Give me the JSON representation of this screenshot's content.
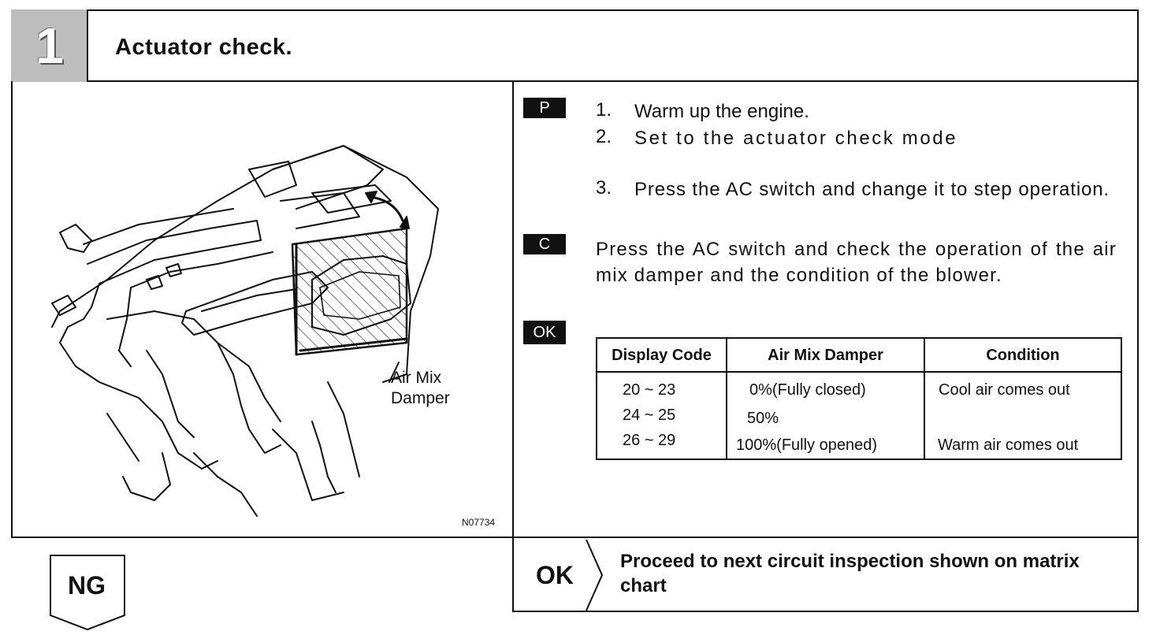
{
  "header": {
    "step_number": "1",
    "title": "Actuator check."
  },
  "figure": {
    "label_line1": "Air Mix",
    "label_line2": "Damper",
    "code": "N07734"
  },
  "badges": {
    "prep": "P",
    "check": "C",
    "result": "OK"
  },
  "steps": [
    {
      "num": "1.",
      "text": "Warm up the engine."
    },
    {
      "num": "2.",
      "text": "Set to the actuator check mode"
    },
    {
      "num": "3.",
      "text": "Press the AC switch and change it to step operation."
    }
  ],
  "check_text": "Press the AC switch and check the operation of the air mix damper and the condition of the blower.",
  "table": {
    "headers": [
      "Display Code",
      "Air Mix Damper",
      "Condition"
    ],
    "rows": [
      [
        "20 ~ 23",
        "0%(Fully closed)",
        "Cool air comes out"
      ],
      [
        "24 ~ 25",
        "50%",
        ""
      ],
      [
        "26 ~ 29",
        "100%(Fully opened)",
        "Warm air comes out"
      ]
    ]
  },
  "ok_branch": {
    "label": "OK",
    "text": "Proceed to next circuit inspection shown on matrix chart"
  },
  "ng_branch": {
    "label": "NG"
  }
}
